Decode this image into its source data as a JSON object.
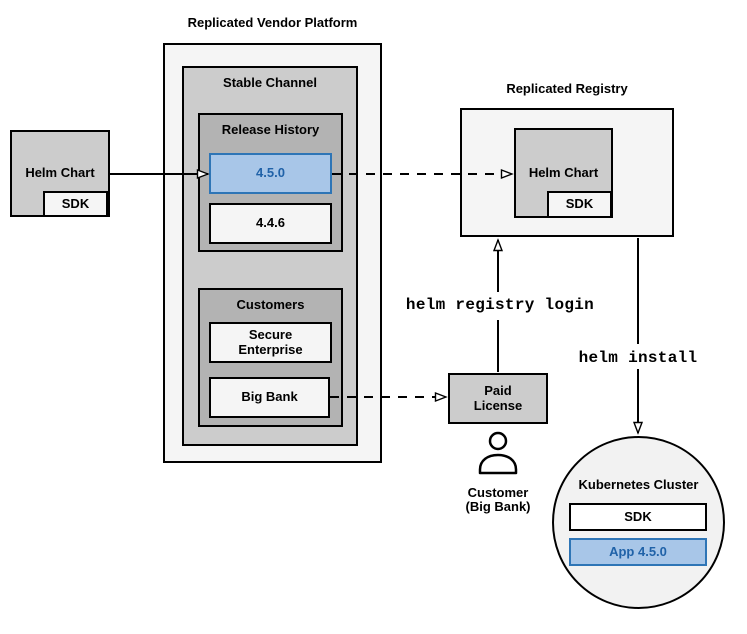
{
  "platform": {
    "title": "Replicated Vendor Platform",
    "stable_channel": "Stable Channel",
    "release_history": "Release History",
    "release_new": "4.5.0",
    "release_old": "4.4.6",
    "customers": "Customers",
    "customer_secure_line1": "Secure",
    "customer_secure_line2": "Enterprise",
    "customer_bigbank": "Big Bank"
  },
  "vendor_helm": {
    "label": "Helm Chart",
    "sdk": "SDK"
  },
  "registry": {
    "title": "Replicated Registry",
    "helm_chart": "Helm Chart",
    "sdk": "SDK"
  },
  "license": {
    "line1": "Paid",
    "line2": "License"
  },
  "customer": {
    "line1": "Customer",
    "line2": "(Big Bank)"
  },
  "cluster": {
    "title": "Kubernetes Cluster",
    "sdk": "SDK",
    "app": "App 4.5.0"
  },
  "commands": {
    "login": "helm registry login",
    "install": "helm install"
  },
  "colors": {
    "highlight_fill": "#A8C6E8",
    "highlight_stroke": "#2E75B6",
    "highlight_text": "#2062A8"
  }
}
